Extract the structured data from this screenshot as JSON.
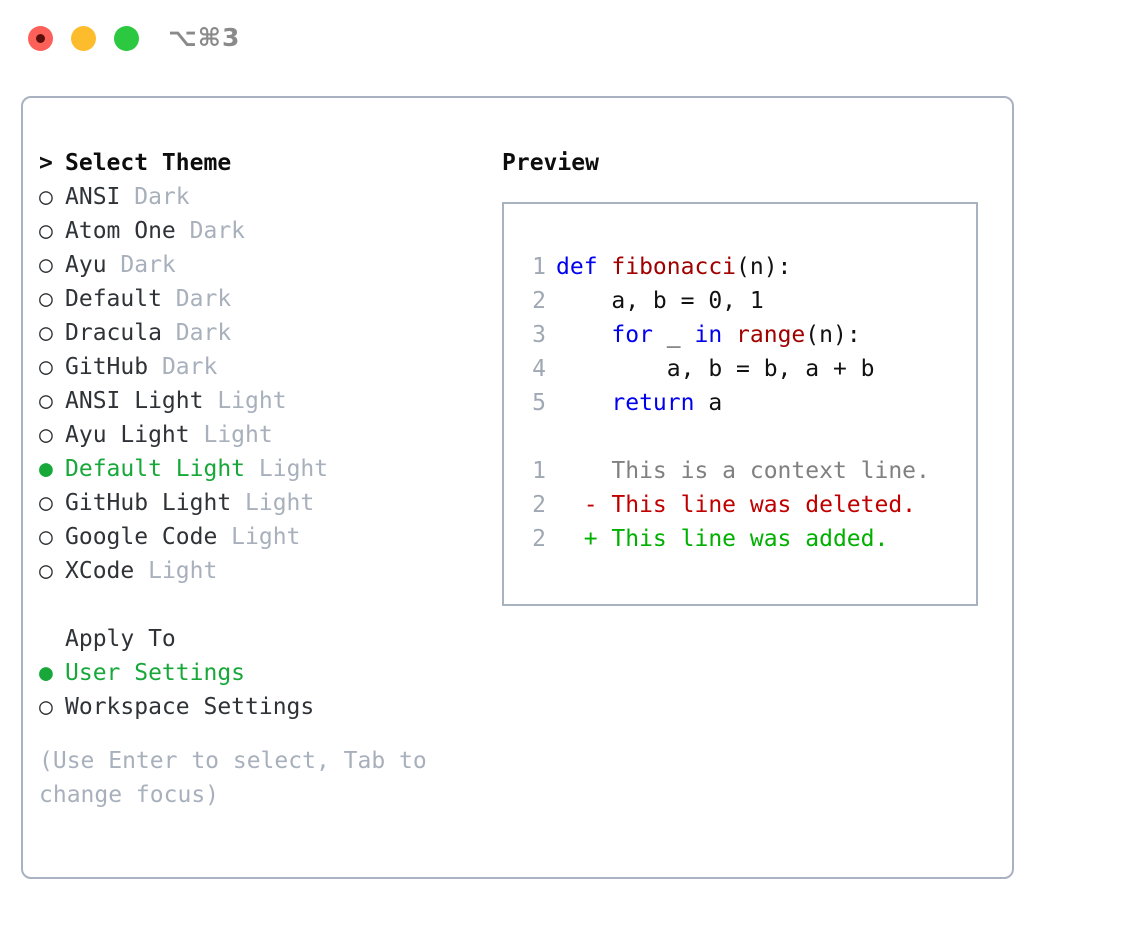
{
  "window": {
    "shortcut": "⌥⌘3",
    "traffic_lights": [
      {
        "name": "close-button",
        "color": "#fc6058",
        "recording": true
      },
      {
        "name": "minimize-button",
        "color": "#fdbc2c",
        "recording": false
      },
      {
        "name": "maximize-button",
        "color": "#2bc840",
        "recording": false
      }
    ]
  },
  "colors": {
    "accent_green": "#18a83a",
    "muted": "#a8b0bc",
    "border": "#a9b2c0",
    "keyword_blue": "#0000ee",
    "function_red": "#a00000",
    "diff_delete": "#c00000",
    "diff_add": "#00b000",
    "line_number": "#a0a8b4"
  },
  "theme_picker": {
    "header_marker": ">",
    "header_label": "Select Theme",
    "marker_selected": "●",
    "marker_unselected": "○",
    "items": [
      {
        "marker": "○",
        "label": "ANSI",
        "tag": "Dark",
        "selected": false
      },
      {
        "marker": "○",
        "label": "Atom One",
        "tag": "Dark",
        "selected": false
      },
      {
        "marker": "○",
        "label": "Ayu",
        "tag": "Dark",
        "selected": false
      },
      {
        "marker": "○",
        "label": "Default",
        "tag": "Dark",
        "selected": false
      },
      {
        "marker": "○",
        "label": "Dracula",
        "tag": "Dark",
        "selected": false
      },
      {
        "marker": "○",
        "label": "GitHub",
        "tag": "Dark",
        "selected": false
      },
      {
        "marker": "○",
        "label": "ANSI Light",
        "tag": "Light",
        "selected": false
      },
      {
        "marker": "○",
        "label": "Ayu Light",
        "tag": "Light",
        "selected": false
      },
      {
        "marker": "●",
        "label": "Default Light",
        "tag": "Light",
        "selected": true
      },
      {
        "marker": "○",
        "label": "GitHub Light",
        "tag": "Light",
        "selected": false
      },
      {
        "marker": "○",
        "label": "Google Code",
        "tag": "Light",
        "selected": false
      },
      {
        "marker": "○",
        "label": "XCode",
        "tag": "Light",
        "selected": false
      }
    ]
  },
  "apply_to": {
    "header_label": "Apply To",
    "items": [
      {
        "marker": "●",
        "label": "User Settings",
        "selected": true
      },
      {
        "marker": "○",
        "label": "Workspace Settings",
        "selected": false
      }
    ]
  },
  "hint": "(Use Enter to select, Tab to change focus)",
  "preview": {
    "title": "Preview",
    "code_lines": [
      {
        "no": "1",
        "tokens": [
          {
            "t": "def ",
            "c": "kw"
          },
          {
            "t": "fibonacci",
            "c": "fn"
          },
          {
            "t": "(n):",
            "c": "plain"
          }
        ]
      },
      {
        "no": "2",
        "tokens": [
          {
            "t": "    a, b = 0, 1",
            "c": "plain"
          }
        ]
      },
      {
        "no": "3",
        "tokens": [
          {
            "t": "    ",
            "c": "plain"
          },
          {
            "t": "for",
            "c": "kw"
          },
          {
            "t": " _ ",
            "c": "plain"
          },
          {
            "t": "in",
            "c": "kw"
          },
          {
            "t": " ",
            "c": "plain"
          },
          {
            "t": "range",
            "c": "fn"
          },
          {
            "t": "(n):",
            "c": "plain"
          }
        ]
      },
      {
        "no": "4",
        "tokens": [
          {
            "t": "        a, b = b, a + b",
            "c": "plain"
          }
        ]
      },
      {
        "no": "5",
        "tokens": [
          {
            "t": "    ",
            "c": "plain"
          },
          {
            "t": "return",
            "c": "kw"
          },
          {
            "t": " a",
            "c": "plain"
          }
        ]
      }
    ],
    "diff_lines": [
      {
        "no": "1",
        "sign": " ",
        "text": " This is a context line.",
        "kind": "context"
      },
      {
        "no": "2",
        "sign": "-",
        "text": " This line was deleted.",
        "kind": "del"
      },
      {
        "no": "2",
        "sign": "+",
        "text": " This line was added.",
        "kind": "add"
      }
    ]
  }
}
